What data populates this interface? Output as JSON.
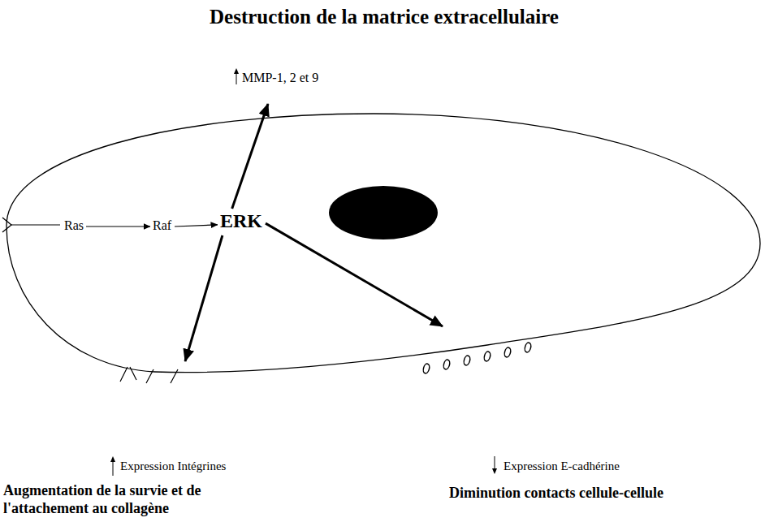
{
  "diagram": {
    "nodes": [
      {
        "text": [
          "Destruction de la matrice extracellulaire",
          "MMP-1, 2 et 9"
        ]
      },
      {
        "text": [
          "Ras"
        ]
      },
      {
        "text": [
          "Raf"
        ]
      },
      {
        "text": [
          "ERK"
        ]
      },
      {
        "text": [
          "Expression Intégrines",
          "Augmentation de la survie et de l'attachement au collagène"
        ]
      },
      {
        "text": [
          "Expression E-cadhérine",
          "Diminution contacts cellule-cellule"
        ]
      }
    ],
    "edges": [
      {
        "from": 1,
        "to": 2,
        "arrow": "to"
      },
      {
        "from": 2,
        "to": 3,
        "arrow": "to"
      },
      {
        "from": 3,
        "to": 0,
        "arrow": "to"
      },
      {
        "from": 3,
        "to": 4,
        "arrow": "to"
      },
      {
        "from": 3,
        "to": 5,
        "arrow": "to"
      }
    ]
  }
}
